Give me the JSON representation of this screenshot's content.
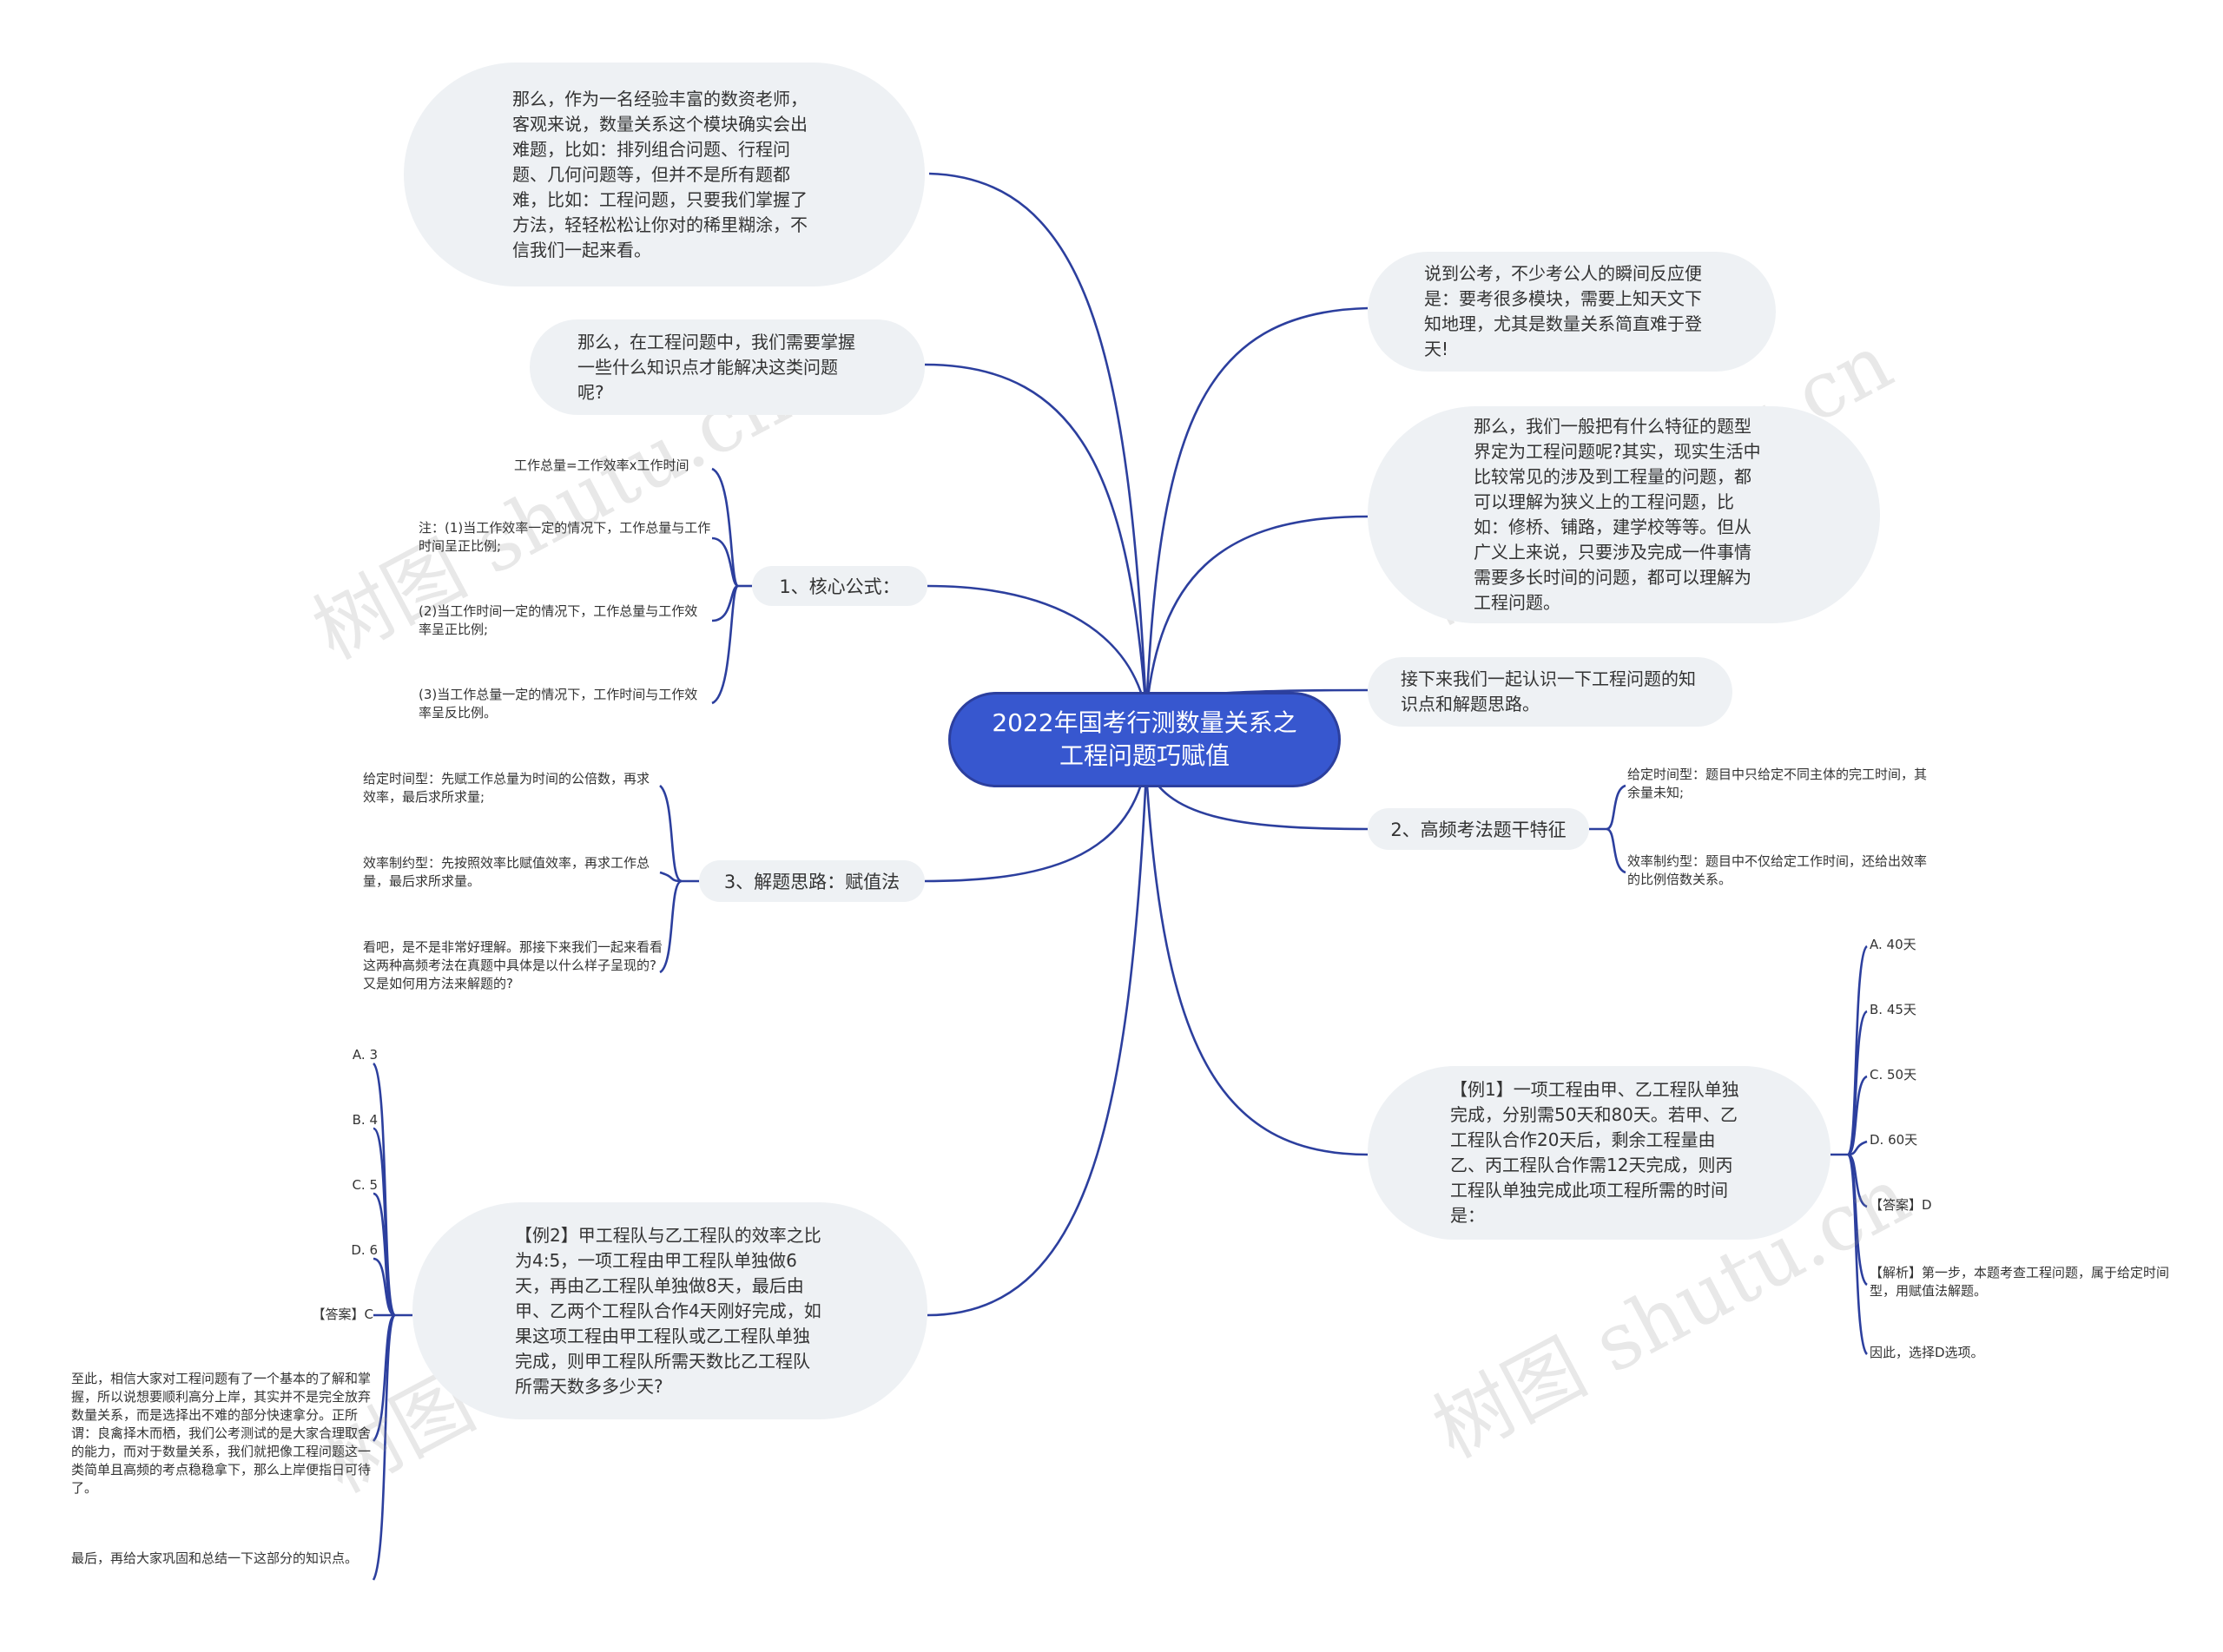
{
  "root": {
    "title": "2022年国考行测数量关系之工程问题巧赋值"
  },
  "left": {
    "intro1": "那么，作为一名经验丰富的数资老师，客观来说，数量关系这个模块确实会出难题，比如：排列组合问题、行程问题、几何问题等，但并不是所有题都难，比如：工程问题，只要我们掌握了方法，轻轻松松让你对的稀里糊涂，不信我们一起来看。",
    "intro2": "那么，在工程问题中，我们需要掌握一些什么知识点才能解决这类问题呢?",
    "formula": {
      "label": "1、核心公式：",
      "items": [
        "工作总量=工作效率x工作时间",
        "注：(1)当工作效率一定的情况下，工作总量与工作时间呈正比例;",
        "(2)当工作时间一定的情况下，工作总量与工作效率呈正比例;",
        "(3)当工作总量一定的情况下，工作时间与工作效率呈反比例。"
      ]
    },
    "method": {
      "label": "3、解题思路：赋值法",
      "items": [
        "给定时间型：先赋工作总量为时间的公倍数，再求效率，最后求所求量;",
        "效率制约型：先按照效率比赋值效率，再求工作总量，最后求所求量。",
        "看吧，是不是非常好理解。那接下来我们一起来看看这两种高频考法在真题中具体是以什么样子呈现的?又是如何用方法来解题的?"
      ]
    },
    "example2": {
      "question": "【例2】甲工程队与乙工程队的效率之比为4:5，一项工程由甲工程队单独做6天，再由乙工程队单独做8天，最后由甲、乙两个工程队合作4天刚好完成，如果这项工程由甲工程队或乙工程队单独完成，则甲工程队所需天数比乙工程队所需天数多多少天?",
      "options": [
        "A. 3",
        "B. 4",
        "C. 5",
        "D. 6"
      ],
      "answer": "【答案】C",
      "summary1": "至此，相信大家对工程问题有了一个基本的了解和掌握，所以说想要顺利高分上岸，其实并不是完全放弃数量关系，而是选择出不难的部分快速拿分。正所谓：良禽择木而栖，我们公考测试的是大家合理取舍的能力，而对于数量关系，我们就把像工程问题这一类简单且高频的考点稳稳拿下，那么上岸便指日可待了。",
      "summary2": "最后，再给大家巩固和总结一下这部分的知识点。"
    }
  },
  "right": {
    "intro1": "说到公考，不少考公人的瞬间反应便是：要考很多模块，需要上知天文下知地理，尤其是数量关系简直难于登天!",
    "intro2": "那么，我们一般把有什么特征的题型界定为工程问题呢?其实，现实生活中比较常见的涉及到工程量的问题，都可以理解为狭义上的工程问题，比如：修桥、铺路，建学校等等。但从广义上来说，只要涉及完成一件事情需要多长时间的问题，都可以理解为工程问题。",
    "intro3": "接下来我们一起认识一下工程问题的知识点和解题思路。",
    "features": {
      "label": "2、高频考法题干特征",
      "items": [
        "给定时间型：题目中只给定不同主体的完工时间，其余量未知;",
        "效率制约型：题目中不仅给定工作时间，还给出效率的比例倍数关系。"
      ]
    },
    "example1": {
      "question": "【例1】一项工程由甲、乙工程队单独完成，分别需50天和80天。若甲、乙工程队合作20天后，剩余工程量由乙、丙工程队合作需12天完成，则丙工程队单独完成此项工程所需的时间是：",
      "options": [
        "A. 40天",
        "B. 45天",
        "C. 50天",
        "D. 60天"
      ],
      "answer": "【答案】D",
      "analysis": "【解析】第一步，本题考查工程问题，属于给定时间型，用赋值法解题。",
      "conclusion": "因此，选择D选项。"
    }
  },
  "watermarks": [
    "树图 shutu.cn",
    "树图 shutu.cn",
    "树图 shutu.cn",
    "树图 shutu.cn"
  ],
  "colors": {
    "line": "#2c3f9e",
    "root": "#3757cf",
    "bubble": "#eef1f4"
  }
}
